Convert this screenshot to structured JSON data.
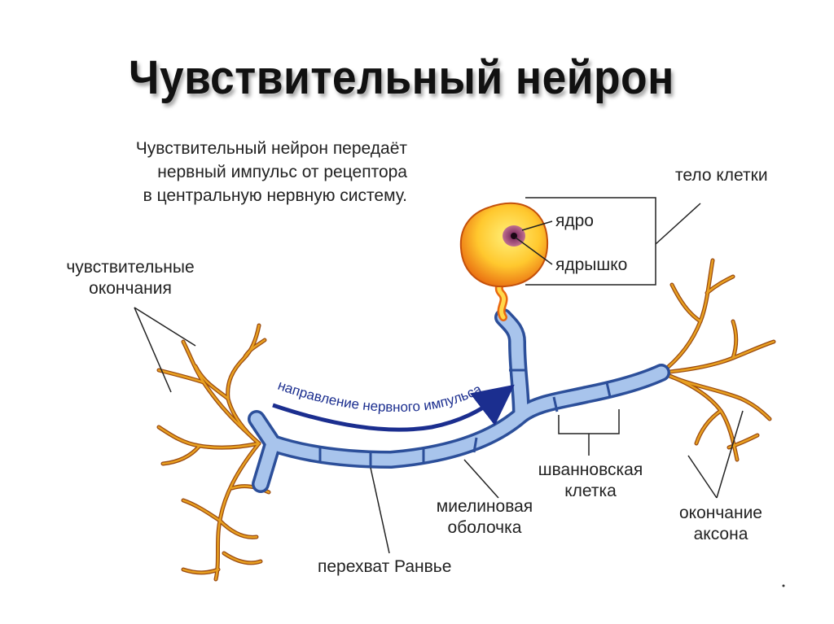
{
  "title": "Чувствительный нейрон",
  "description": [
    "Чувствительный нейрон передаёт",
    "нервный импульс от рецептора",
    "в центральную нервную систему."
  ],
  "labels": {
    "cell_body": "тело клетки",
    "nucleus": "ядро",
    "nucleolus": "ядрышко",
    "sensory_endings_1": "чувствительные",
    "sensory_endings_2": "окончания",
    "impulse_direction": "направление нервного импульса",
    "schwann_1": "шванновская",
    "schwann_2": "клетка",
    "myelin_1": "миелиновая",
    "myelin_2": "оболочка",
    "ranvier": "перехват Ранвье",
    "axon_end_1": "окончание",
    "axon_end_2": "аксона"
  },
  "colors": {
    "dendrite": "#e8a020",
    "dendrite_edge": "#9a4a10",
    "myelin": "#a8c4ec",
    "myelin_edge": "#2c4f9a",
    "arrow": "#1b2e8f",
    "cell_inner": "#ffd84a",
    "cell_outer": "#e86a10"
  }
}
